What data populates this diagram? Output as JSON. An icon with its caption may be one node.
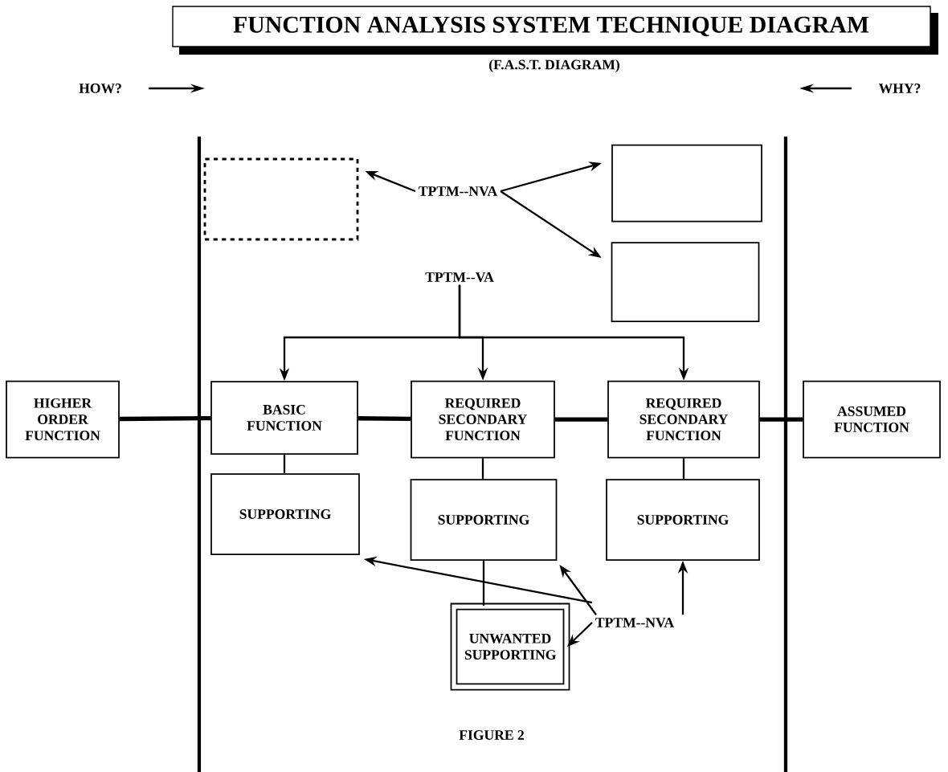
{
  "diagram": {
    "title": "FUNCTION ANALYSIS SYSTEM TECHNIQUE DIAGRAM",
    "caption": "FIGURE 2",
    "nodes": [
      {
        "text": [],
        "shape": "box"
      },
      {
        "text": [
          "TPTM--NVA"
        ]
      },
      {
        "text": [],
        "shape": "box"
      },
      {
        "text": [],
        "shape": "box"
      },
      {
        "text": [
          "TPTM--VA"
        ]
      },
      {
        "text": [
          "HIGHER ORDER FUNCTION"
        ]
      },
      {
        "text": [
          "BASIC FUNCTION"
        ]
      },
      {
        "text": [
          "REQUIRED SECONDARY FUNCTION"
        ]
      },
      {
        "text": [
          "REQUIRED SECONDARY FUNCTION"
        ]
      },
      {
        "text": [
          "ASSUMED FUNCTION"
        ]
      },
      {
        "text": [
          "SUPPORTING"
        ]
      },
      {
        "text": [
          "SUPPORTING"
        ]
      },
      {
        "text": [
          "SUPPORTING"
        ]
      },
      {
        "text": [
          "TPTM--NVA"
        ]
      },
      {
        "text": [
          "UNWANTED SUPPORTING"
        ]
      }
    ],
    "edges": [
      {
        "from": 1,
        "to": 0,
        "arrow": "to"
      },
      {
        "from": 1,
        "to": 2,
        "arrow": "to"
      },
      {
        "from": 1,
        "to": 3,
        "arrow": "to"
      },
      {
        "from": 4,
        "to": 6,
        "arrow": "to"
      },
      {
        "from": 4,
        "to": 7,
        "arrow": "to"
      },
      {
        "from": 4,
        "to": 8,
        "arrow": "to"
      },
      {
        "from": 5,
        "to": 6,
        "arrow": "none",
        "style": "thick"
      },
      {
        "from": 6,
        "to": 7,
        "arrow": "none",
        "style": "thick"
      },
      {
        "from": 7,
        "to": 8,
        "arrow": "none",
        "style": "thick"
      },
      {
        "from": 8,
        "to": 9,
        "arrow": "none",
        "style": "thick"
      },
      {
        "from": 6,
        "to": 10,
        "arrow": "none"
      },
      {
        "from": 7,
        "to": 11,
        "arrow": "none"
      },
      {
        "from": 8,
        "to": 12,
        "arrow": "none"
      },
      {
        "from": 11,
        "to": 14,
        "arrow": "none"
      },
      {
        "from": 13,
        "to": 10,
        "arrow": "to"
      },
      {
        "from": 13,
        "to": 11,
        "arrow": "to"
      },
      {
        "from": 13,
        "to": 12,
        "arrow": "to"
      },
      {
        "from": 13,
        "to": 14,
        "arrow": "to"
      }
    ],
    "labels": [
      "(F.A.S.T. DIAGRAM)",
      "HOW?",
      "WHY?"
    ]
  }
}
